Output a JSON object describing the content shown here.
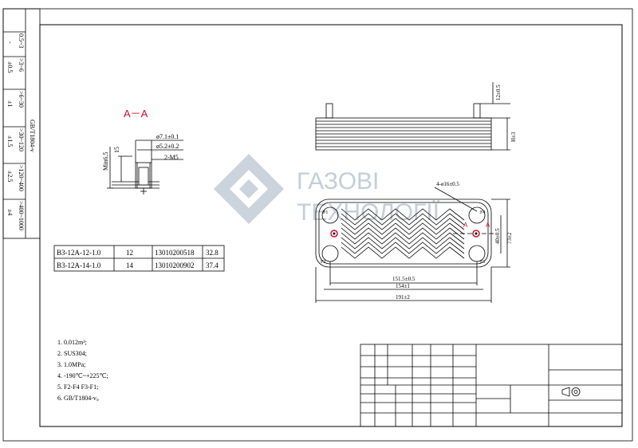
{
  "tolerance_table": {
    "title": "GB/T1804-v",
    "rows": [
      {
        "range": "0.5~3",
        "tol": "-"
      },
      {
        "range": ">3~6",
        "tol": "±0.5"
      },
      {
        "range": ">6~30",
        "tol": "±1"
      },
      {
        "range": ">30~120",
        "tol": "±1.5"
      },
      {
        "range": ">120~400",
        "tol": "±2.5"
      },
      {
        "range": ">400~1000",
        "tol": "±4"
      }
    ]
  },
  "section": {
    "label": "A－A",
    "dims": {
      "hole": "ø7.1±0.1",
      "port": "ø5.2±0.2",
      "thread": "2-M5",
      "height": "15",
      "min": "Min6.5"
    }
  },
  "side_view": {
    "dim_top": "12±0.5",
    "dim_h": "H±3"
  },
  "front_view": {
    "holes": "4-ø16±0.5",
    "dim_a": "151.5±0.5",
    "dim_b": "154±1",
    "dim_c": "191±2",
    "dim_v1": "40±0.5",
    "dim_v2": "73±2",
    "port_labels": [
      "F1",
      "F2",
      "F3",
      "F4"
    ],
    "section_mark": "A"
  },
  "parts_table": [
    {
      "model": "B3-12A-12-1.0",
      "plates": "12",
      "code": "13010200518",
      "value": "32.8"
    },
    {
      "model": "B3-12A-14-1.0",
      "plates": "14",
      "code": "13010200902",
      "value": "37.4"
    }
  ],
  "notes": [
    "1. 0.012m²;",
    "2. SUS304;",
    "3. 1.0MPa;",
    "4. -190℃~+225℃;",
    "5. F2-F4 F3-F1;",
    "6. GB/T1804-v。"
  ],
  "watermark": {
    "line1": "ГАЗОВІ",
    "line2": "ТЕХНОЛОГІЇ"
  }
}
